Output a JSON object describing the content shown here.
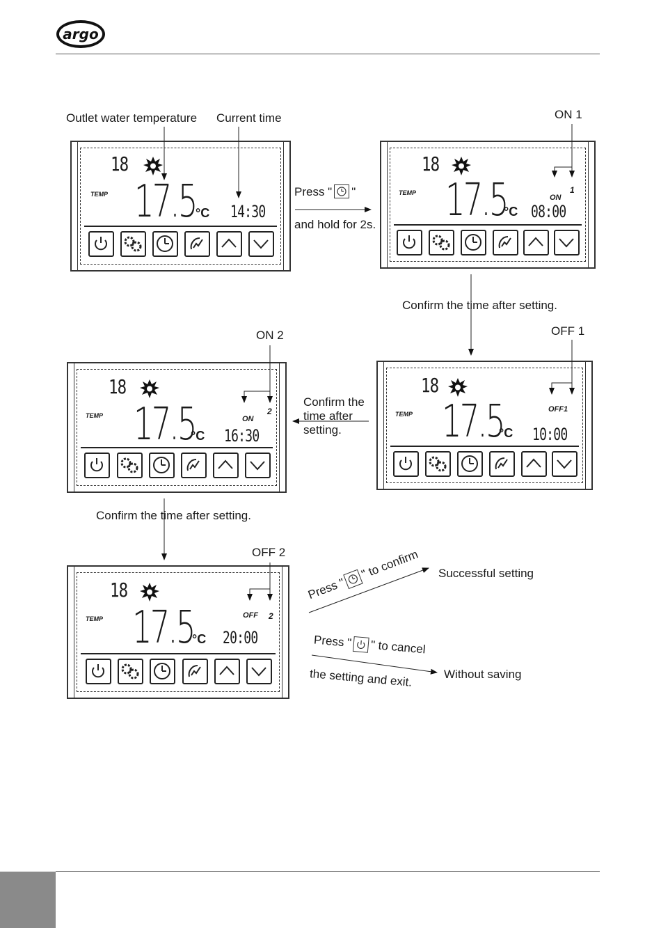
{
  "header": {
    "logo_text": "argo"
  },
  "labels": {
    "outlet_water_temperature": "Outlet water temperature",
    "current_time": "Current time",
    "on1": "ON 1",
    "on2": "ON 2",
    "off1": "OFF 1",
    "off2": "OFF 2",
    "press_prefix": "Press \"",
    "press_suffix": "\"",
    "hold_2s": "and hold for 2s.",
    "confirm_time_after_setting": "Confirm the time after setting.",
    "confirm_line1": "Confirm the",
    "confirm_line2": "time after",
    "confirm_line3": "setting.",
    "press_confirm_prefix": "Press \"",
    "press_confirm_suffix": "\" to confirm",
    "successful_setting": "Successful setting",
    "press_cancel_prefix": "Press \"",
    "press_cancel_suffix": "\" to cancel",
    "setting_and_exit": "the setting and exit.",
    "without_saving": "Without saving"
  },
  "panels": [
    {
      "mode_code": "18",
      "temp_tag": "TEMP",
      "temp_value": "17.5",
      "unit": "°C",
      "time": "14:30",
      "tag": "",
      "index": ""
    },
    {
      "mode_code": "18",
      "temp_tag": "TEMP",
      "temp_value": "17.5",
      "unit": "°C",
      "time": "08:00",
      "tag": "ON",
      "index": "1"
    },
    {
      "mode_code": "18",
      "temp_tag": "TEMP",
      "temp_value": "17.5",
      "unit": "°C",
      "time": "16:30",
      "tag": "ON",
      "index": "2"
    },
    {
      "mode_code": "18",
      "temp_tag": "TEMP",
      "temp_value": "17.5",
      "unit": "°C",
      "time": "10:00",
      "tag": "OFF1",
      "index": ""
    },
    {
      "mode_code": "18",
      "temp_tag": "TEMP",
      "temp_value": "17.5",
      "unit": "°C",
      "time": "20:00",
      "tag": "OFF",
      "index": "2"
    }
  ],
  "buttons": [
    "power-icon",
    "gears-icon",
    "clock-icon",
    "wave-icon",
    "up-arrow-icon",
    "down-arrow-icon"
  ],
  "colors": {
    "footer_tab": "#8a8a8a",
    "rule": "#555555"
  }
}
